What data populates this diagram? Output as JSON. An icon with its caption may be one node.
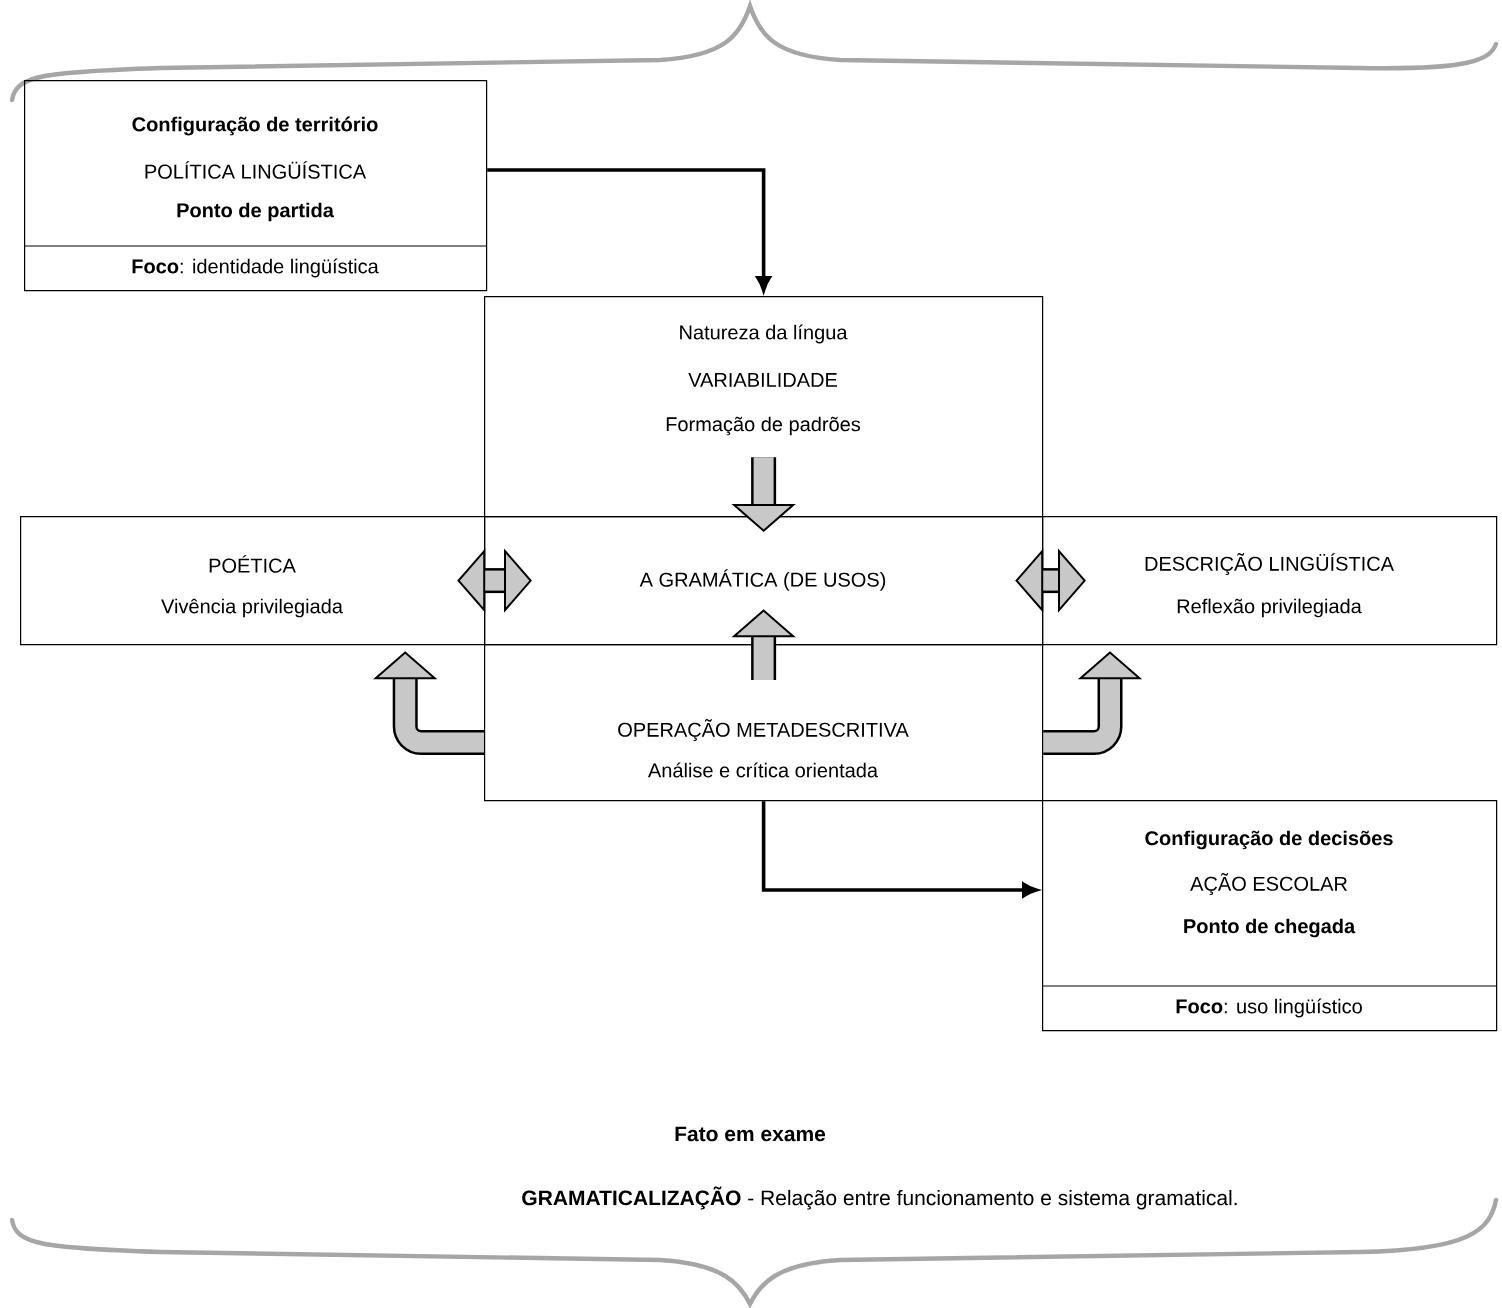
{
  "diagram": {
    "nodes": [
      {
        "text": [
          "Configuração de território",
          "POLÍTICA LINGÜÍSTICA",
          "Ponto de partida",
          "**Foco**: identidade lingüística"
        ]
      },
      {
        "text": [
          "Natureza da língua",
          "VARIABILIDADE",
          "Formação de padrões"
        ]
      },
      {
        "text": [
          "POÉTICA",
          "Vivência privilegiada"
        ]
      },
      {
        "text": [
          "A GRAMÁTICA (DE USOS)"
        ]
      },
      {
        "text": [
          "DESCRIÇÃO LINGÜÍSTICA",
          "Reflexão privilegiada"
        ]
      },
      {
        "text": [
          "OPERAÇÃO METADESCRITIVA",
          "Análise e crítica orientada"
        ]
      },
      {
        "text": [
          "Configuração de decisões",
          "AÇÃO ESCOLAR",
          "Ponto de chegada",
          "**Foco**: uso lingüístico"
        ]
      }
    ],
    "edges": [
      {
        "from": 0,
        "to": 1,
        "arrow": "to",
        "color": "#000000"
      },
      {
        "from": 5,
        "to": 6,
        "arrow": "to",
        "color": "#000000"
      },
      {
        "from": 1,
        "to": 3,
        "arrow": "to"
      },
      {
        "from": 5,
        "to": 3,
        "arrow": "to"
      },
      {
        "from": 2,
        "to": 3,
        "arrow": "both"
      },
      {
        "from": 3,
        "to": 4,
        "arrow": "both"
      },
      {
        "from": 5,
        "to": 2,
        "arrow": "to"
      },
      {
        "from": 5,
        "to": 4,
        "arrow": "to"
      }
    ],
    "labels": [
      "Fato em exame",
      "**GRAMATICALIZAÇÃO** - Relação entre funcionamento e sistema gramatical."
    ]
  }
}
